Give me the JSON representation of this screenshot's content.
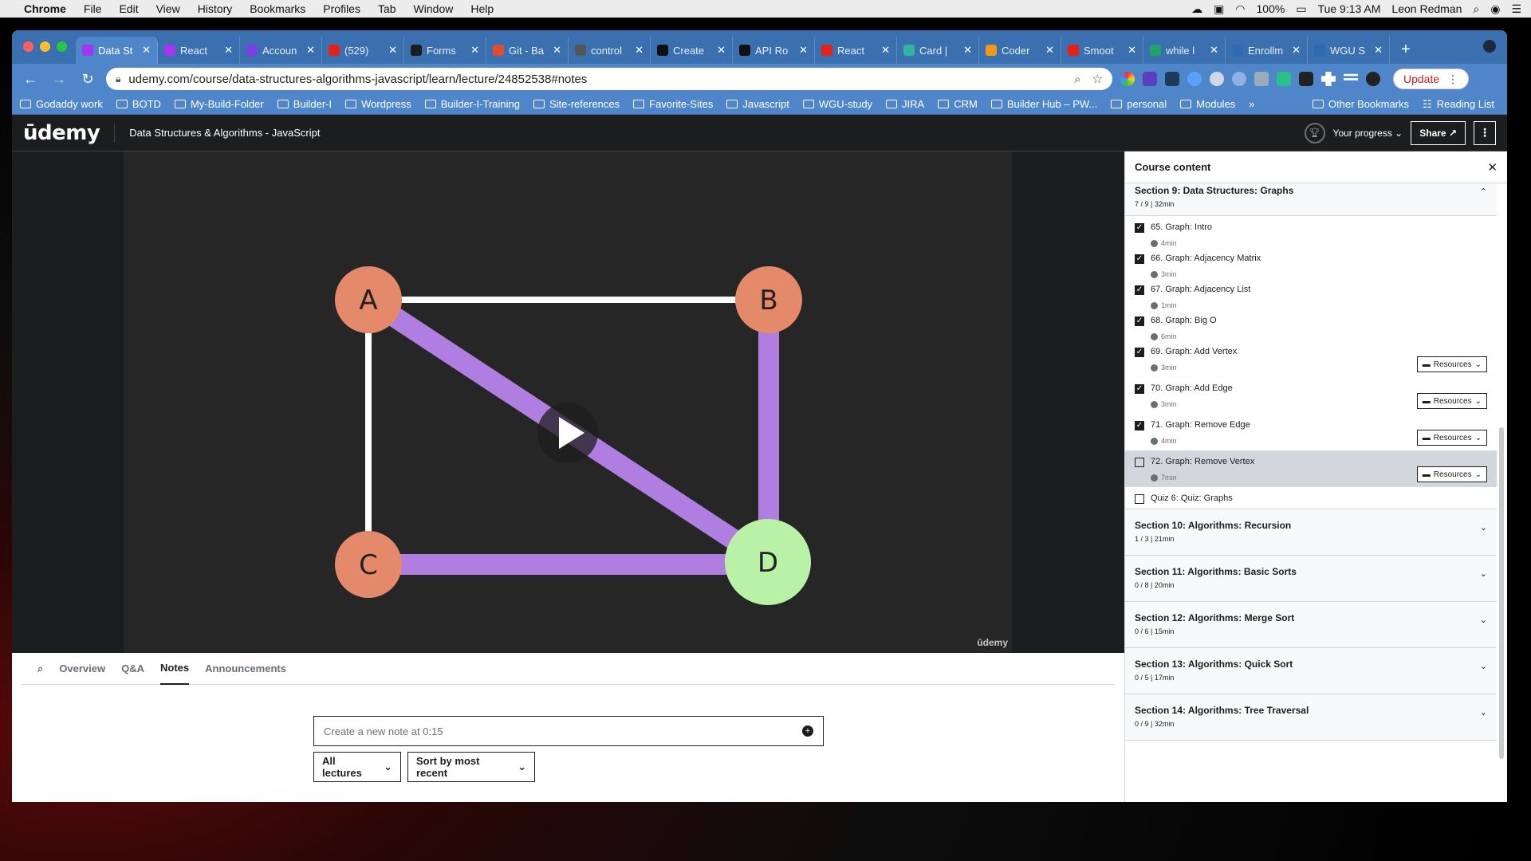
{
  "menubar": {
    "app": "Chrome",
    "items": [
      "File",
      "Edit",
      "View",
      "History",
      "Bookmarks",
      "Profiles",
      "Tab",
      "Window",
      "Help"
    ],
    "battery": "100%",
    "time": "Tue 9:13 AM",
    "user": "Leon Redman"
  },
  "tabs": [
    {
      "label": "Data St",
      "color": "#a435f0",
      "active": true
    },
    {
      "label": "React",
      "color": "#a435f0"
    },
    {
      "label": "Accoun",
      "color": "#7b3fe4"
    },
    {
      "label": "(529)",
      "color": "#e62117"
    },
    {
      "label": "Forms",
      "color": "#1c1d1f"
    },
    {
      "label": "Git - Ba",
      "color": "#e44c30"
    },
    {
      "label": "control",
      "color": "#555555"
    },
    {
      "label": "Create",
      "color": "#111111"
    },
    {
      "label": "API Ro",
      "color": "#111111"
    },
    {
      "label": "React",
      "color": "#e62117"
    },
    {
      "label": "Card |",
      "color": "#2fb5a1"
    },
    {
      "label": "Coder",
      "color": "#f09a1a"
    },
    {
      "label": "Smoot",
      "color": "#e62117"
    },
    {
      "label": "while l",
      "color": "#1fa36a"
    },
    {
      "label": "Enrollm",
      "color": "#2f68b3"
    },
    {
      "label": "WGU S",
      "color": "#2f68b3"
    }
  ],
  "omnibox": {
    "url": "udemy.com/course/data-structures-algorithms-javascript/learn/lecture/24852538#notes",
    "update_label": "Update"
  },
  "bookmarks": [
    "Godaddy work",
    "BOTD",
    "My-Build-Folder",
    "Builder-I",
    "Wordpress",
    "Builder-I-Training",
    "Site-references",
    "Favorite-Sites",
    "Javascript",
    "WGU-study",
    "JIRA",
    "CRM",
    "Builder Hub – PW...",
    "personal",
    "Modules"
  ],
  "bookmarks_more": "»",
  "bookmarks_other": "Other Bookmarks",
  "bookmarks_reading": "Reading List",
  "udemy": {
    "logo": "ūdemy",
    "course_title": "Data Structures & Algorithms - JavaScript",
    "progress_label": "Your progress",
    "share_label": "Share"
  },
  "video": {
    "watermark": "ūdemy",
    "nodes": [
      "A",
      "B",
      "C",
      "D"
    ]
  },
  "lower_tabs": [
    "Overview",
    "Q&A",
    "Notes",
    "Announcements"
  ],
  "notes": {
    "placeholder": "Create a new note at 0:15",
    "filter_lectures": "All lectures",
    "sort": "Sort by most recent"
  },
  "sidebar": {
    "title": "Course content",
    "current_section": {
      "title": "Section 9: Data Structures: Graphs",
      "meta": "7 / 9 | 32min"
    },
    "lectures": [
      {
        "title": "65. Graph: Intro",
        "duration": "4min",
        "done": true,
        "resources": false
      },
      {
        "title": "66. Graph: Adjacency Matrix",
        "duration": "3min",
        "done": true,
        "resources": false
      },
      {
        "title": "67. Graph: Adjacency List",
        "duration": "1min",
        "done": true,
        "resources": false
      },
      {
        "title": "68. Graph: Big O",
        "duration": "6min",
        "done": true,
        "resources": false
      },
      {
        "title": "69. Graph: Add Vertex",
        "duration": "3min",
        "done": true,
        "resources": true
      },
      {
        "title": "70. Graph: Add Edge",
        "duration": "3min",
        "done": true,
        "resources": true
      },
      {
        "title": "71. Graph: Remove Edge",
        "duration": "4min",
        "done": true,
        "resources": true
      },
      {
        "title": "72. Graph: Remove Vertex",
        "duration": "7min",
        "done": false,
        "resources": true,
        "current": true
      }
    ],
    "quiz": "Quiz 6: Quiz: Graphs",
    "resources_label": "Resources",
    "sections": [
      {
        "title": "Section 10: Algorithms: Recursion",
        "meta": "1 / 3 | 21min"
      },
      {
        "title": "Section 11: Algorithms: Basic Sorts",
        "meta": "0 / 8 | 20min"
      },
      {
        "title": "Section 12: Algorithms: Merge Sort",
        "meta": "0 / 6 | 15min"
      },
      {
        "title": "Section 13: Algorithms: Quick Sort",
        "meta": "0 / 5 | 17min"
      },
      {
        "title": "Section 14: Algorithms: Tree Traversal",
        "meta": "0 / 9 | 32min"
      }
    ]
  }
}
